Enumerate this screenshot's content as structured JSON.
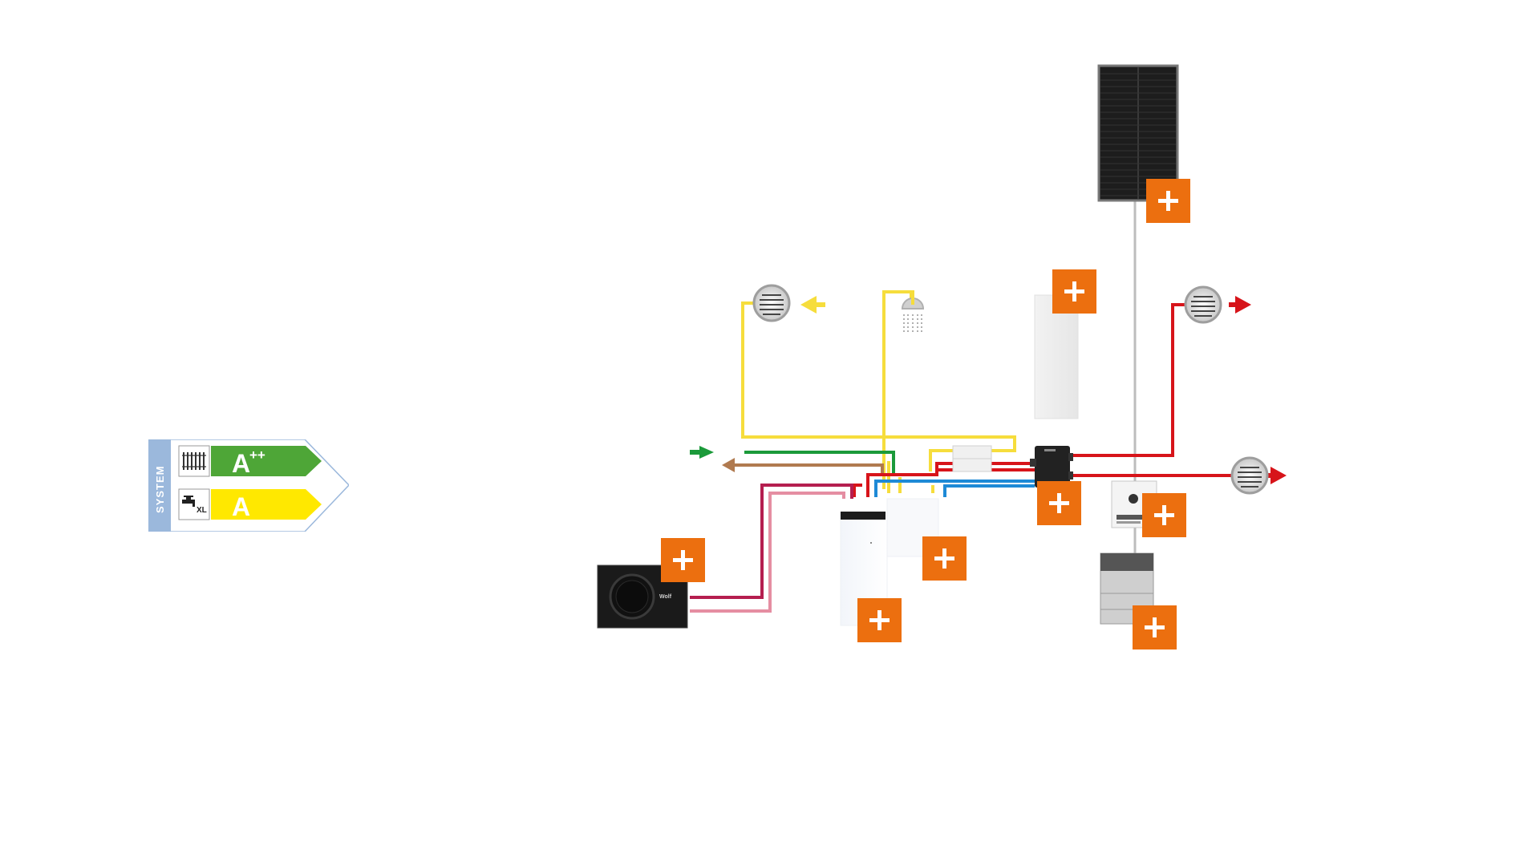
{
  "energy_label": {
    "system_label": "SYSTEM",
    "heating_class": "A",
    "heating_suffix": "++",
    "water_class": "A",
    "water_profile": "XL",
    "heating_color": "#4ea637",
    "water_color": "#ffe800",
    "frame_color": "#9bb8dc"
  },
  "heat_pump": {
    "brand": "Wolf"
  },
  "colors": {
    "heating_flow": "#d7141a",
    "cold_water": "#1e8ad6",
    "hot_water": "#f6dd3c",
    "supply_air": "#1b9a3a",
    "exhaust_air": "#b07a4f",
    "brine_flow": "#b51e4f",
    "brine_return": "#e58ea2",
    "accent_plus": "#ec6f0f"
  },
  "plus_buttons": [
    {
      "id": "solar-panel"
    },
    {
      "id": "wall-unit"
    },
    {
      "id": "ventilation-unit"
    },
    {
      "id": "inverter"
    },
    {
      "id": "battery"
    },
    {
      "id": "heat-pump-outdoor"
    },
    {
      "id": "storage-tank"
    },
    {
      "id": "indoor-module"
    }
  ]
}
